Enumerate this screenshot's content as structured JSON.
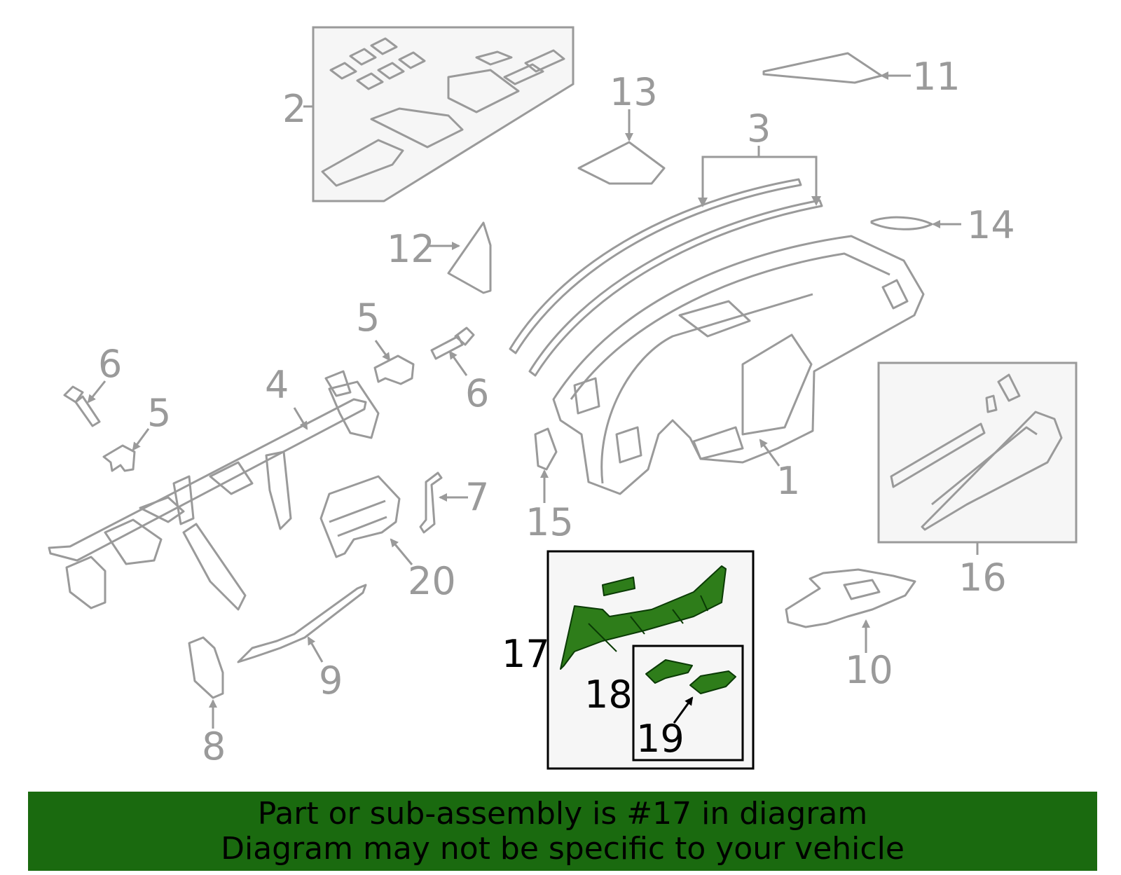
{
  "callouts": [
    "1",
    "2",
    "3",
    "4",
    "5",
    "5",
    "6",
    "6",
    "7",
    "8",
    "9",
    "10",
    "11",
    "12",
    "13",
    "14",
    "15",
    "16",
    "17",
    "18",
    "19",
    "20"
  ],
  "highlight_part": "17",
  "colors": {
    "highlight": "#2e7d1a",
    "banner": "#1a6a0f",
    "part_stroke": "#9a9a9a"
  },
  "banner": {
    "line1": "Part or sub-assembly is #17 in diagram",
    "line2": "Diagram may not be specific to your vehicle"
  }
}
